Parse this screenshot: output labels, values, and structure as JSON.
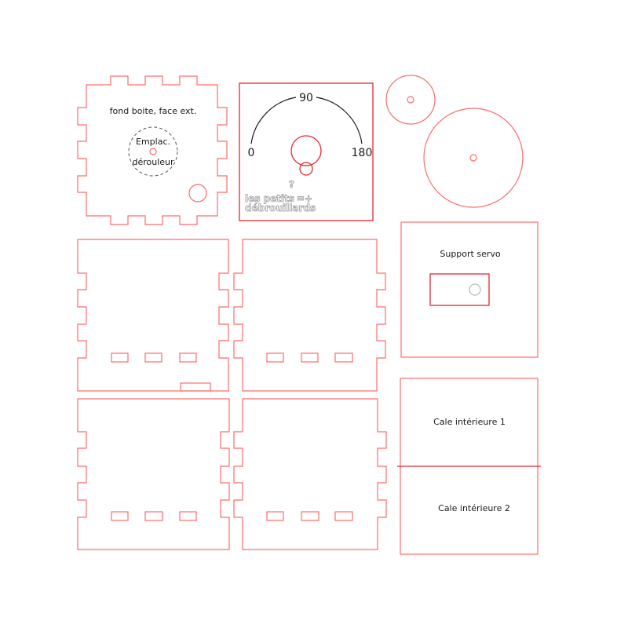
{
  "canvas": {
    "background": "#ffffff",
    "cut_color": "#ff6b6b",
    "cut_strong_color": "#e8262d",
    "guide_color": "#1a1a1a",
    "engrave_color": "#9a9a9a"
  },
  "panels": {
    "bottom": {
      "label": "fond boite, face ext.",
      "reel_label_line1": "Emplac.",
      "reel_label_line2": "dérouleur"
    },
    "dial": {
      "label_0": "0",
      "label_90": "90",
      "label_180": "180",
      "logo_line1": "les petits",
      "logo_line2": "débrouillards",
      "logo_mark": "?",
      "logo_symbols": "=+"
    },
    "servo_support": {
      "label": "Support servo"
    },
    "inner_wedge_1": {
      "label": "Cale intérieure 1"
    },
    "inner_wedge_2": {
      "label": "Cale intérieure 2"
    }
  }
}
